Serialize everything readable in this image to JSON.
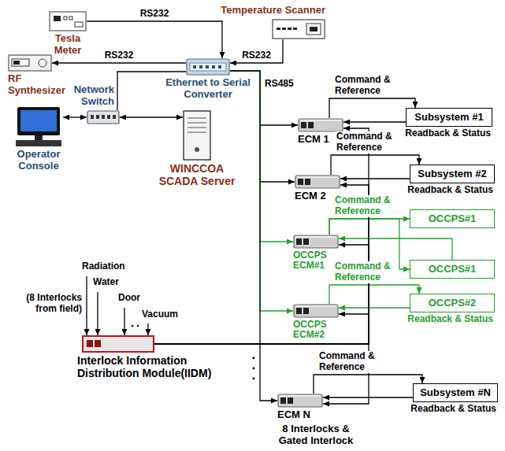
{
  "diagram": {
    "nodes": [
      {
        "text": [
          "Tesla Meter"
        ]
      },
      {
        "text": [
          "RF Synthesizer"
        ]
      },
      {
        "text": [
          "Temperature Scanner"
        ]
      },
      {
        "text": [
          "Ethernet to Serial Converter"
        ]
      },
      {
        "text": [
          "Network Switch"
        ]
      },
      {
        "text": [
          "Operator Console"
        ]
      },
      {
        "text": [
          "WINCCOA SCADA Server"
        ]
      },
      {
        "text": [
          "ECM 1"
        ]
      },
      {
        "text": [
          "Subsystem #1"
        ]
      },
      {
        "text": [
          "ECM 2"
        ]
      },
      {
        "text": [
          "Subsystem #2"
        ]
      },
      {
        "text": [
          "OCCPS ECM#1"
        ]
      },
      {
        "text": [
          "OCCPS#1"
        ]
      },
      {
        "text": [
          "OCCPS#1"
        ]
      },
      {
        "text": [
          "OCCPS ECM#2"
        ]
      },
      {
        "text": [
          "OCCPS#2"
        ]
      },
      {
        "text": [
          "Interlock Information Distribution Module(IIDM)"
        ]
      },
      {
        "text": [
          "ECM N"
        ]
      },
      {
        "text": [
          "Subsystem #N"
        ]
      }
    ],
    "edges": [
      {
        "from": 0,
        "to": 3,
        "label": "RS232",
        "arrow": "to"
      },
      {
        "from": 3,
        "to": 1,
        "label": "RS232",
        "arrow": "to"
      },
      {
        "from": 2,
        "to": 3,
        "label": "RS232",
        "arrow": "to"
      },
      {
        "from": 3,
        "to": 4,
        "arrow": "none"
      },
      {
        "from": 5,
        "to": 4,
        "arrow": "both"
      },
      {
        "from": 4,
        "to": 6,
        "arrow": "both"
      },
      {
        "from": 3,
        "to": 7,
        "label": "RS485",
        "arrow": "to"
      },
      {
        "from": 3,
        "to": 9,
        "arrow": "to"
      },
      {
        "from": 3,
        "to": 11,
        "arrow": "to"
      },
      {
        "from": 3,
        "to": 14,
        "arrow": "to"
      },
      {
        "from": 3,
        "to": 17,
        "arrow": "to"
      },
      {
        "from": 7,
        "to": 8,
        "label": "Command & Reference",
        "arrow": "to"
      },
      {
        "from": 8,
        "to": 7,
        "label": "Readback & Status",
        "arrow": "to"
      },
      {
        "from": 9,
        "to": 10,
        "label": "Command & Reference",
        "arrow": "to"
      },
      {
        "from": 10,
        "to": 9,
        "label": "Readback & Status",
        "arrow": "to"
      },
      {
        "from": 11,
        "to": 12,
        "label": "Command & Reference",
        "arrow": "to"
      },
      {
        "from": 11,
        "to": 13,
        "arrow": "to"
      },
      {
        "from": 13,
        "to": 11,
        "arrow": "to"
      },
      {
        "from": 14,
        "to": 15,
        "label": "Command & Reference",
        "arrow": "to"
      },
      {
        "from": 15,
        "to": 14,
        "label": "Readback & Status",
        "arrow": "to"
      },
      {
        "from": 17,
        "to": 18,
        "label": "Command & Reference",
        "arrow": "to"
      },
      {
        "from": 18,
        "to": 17,
        "label": "Readback & Status",
        "arrow": "to"
      },
      {
        "from": 16,
        "to": 7,
        "arrow": "to"
      },
      {
        "from": 16,
        "to": 9,
        "arrow": "to"
      },
      {
        "from": 16,
        "to": 11,
        "arrow": "to"
      },
      {
        "from": 16,
        "to": 14,
        "arrow": "to"
      },
      {
        "from": 16,
        "to": 17,
        "arrow": "to"
      }
    ],
    "labels": [
      "Radiation",
      "Water",
      "Door",
      "Vacuum",
      "(8 Interlocks from field)",
      "8 Interlocks & Gated Interlock"
    ]
  }
}
